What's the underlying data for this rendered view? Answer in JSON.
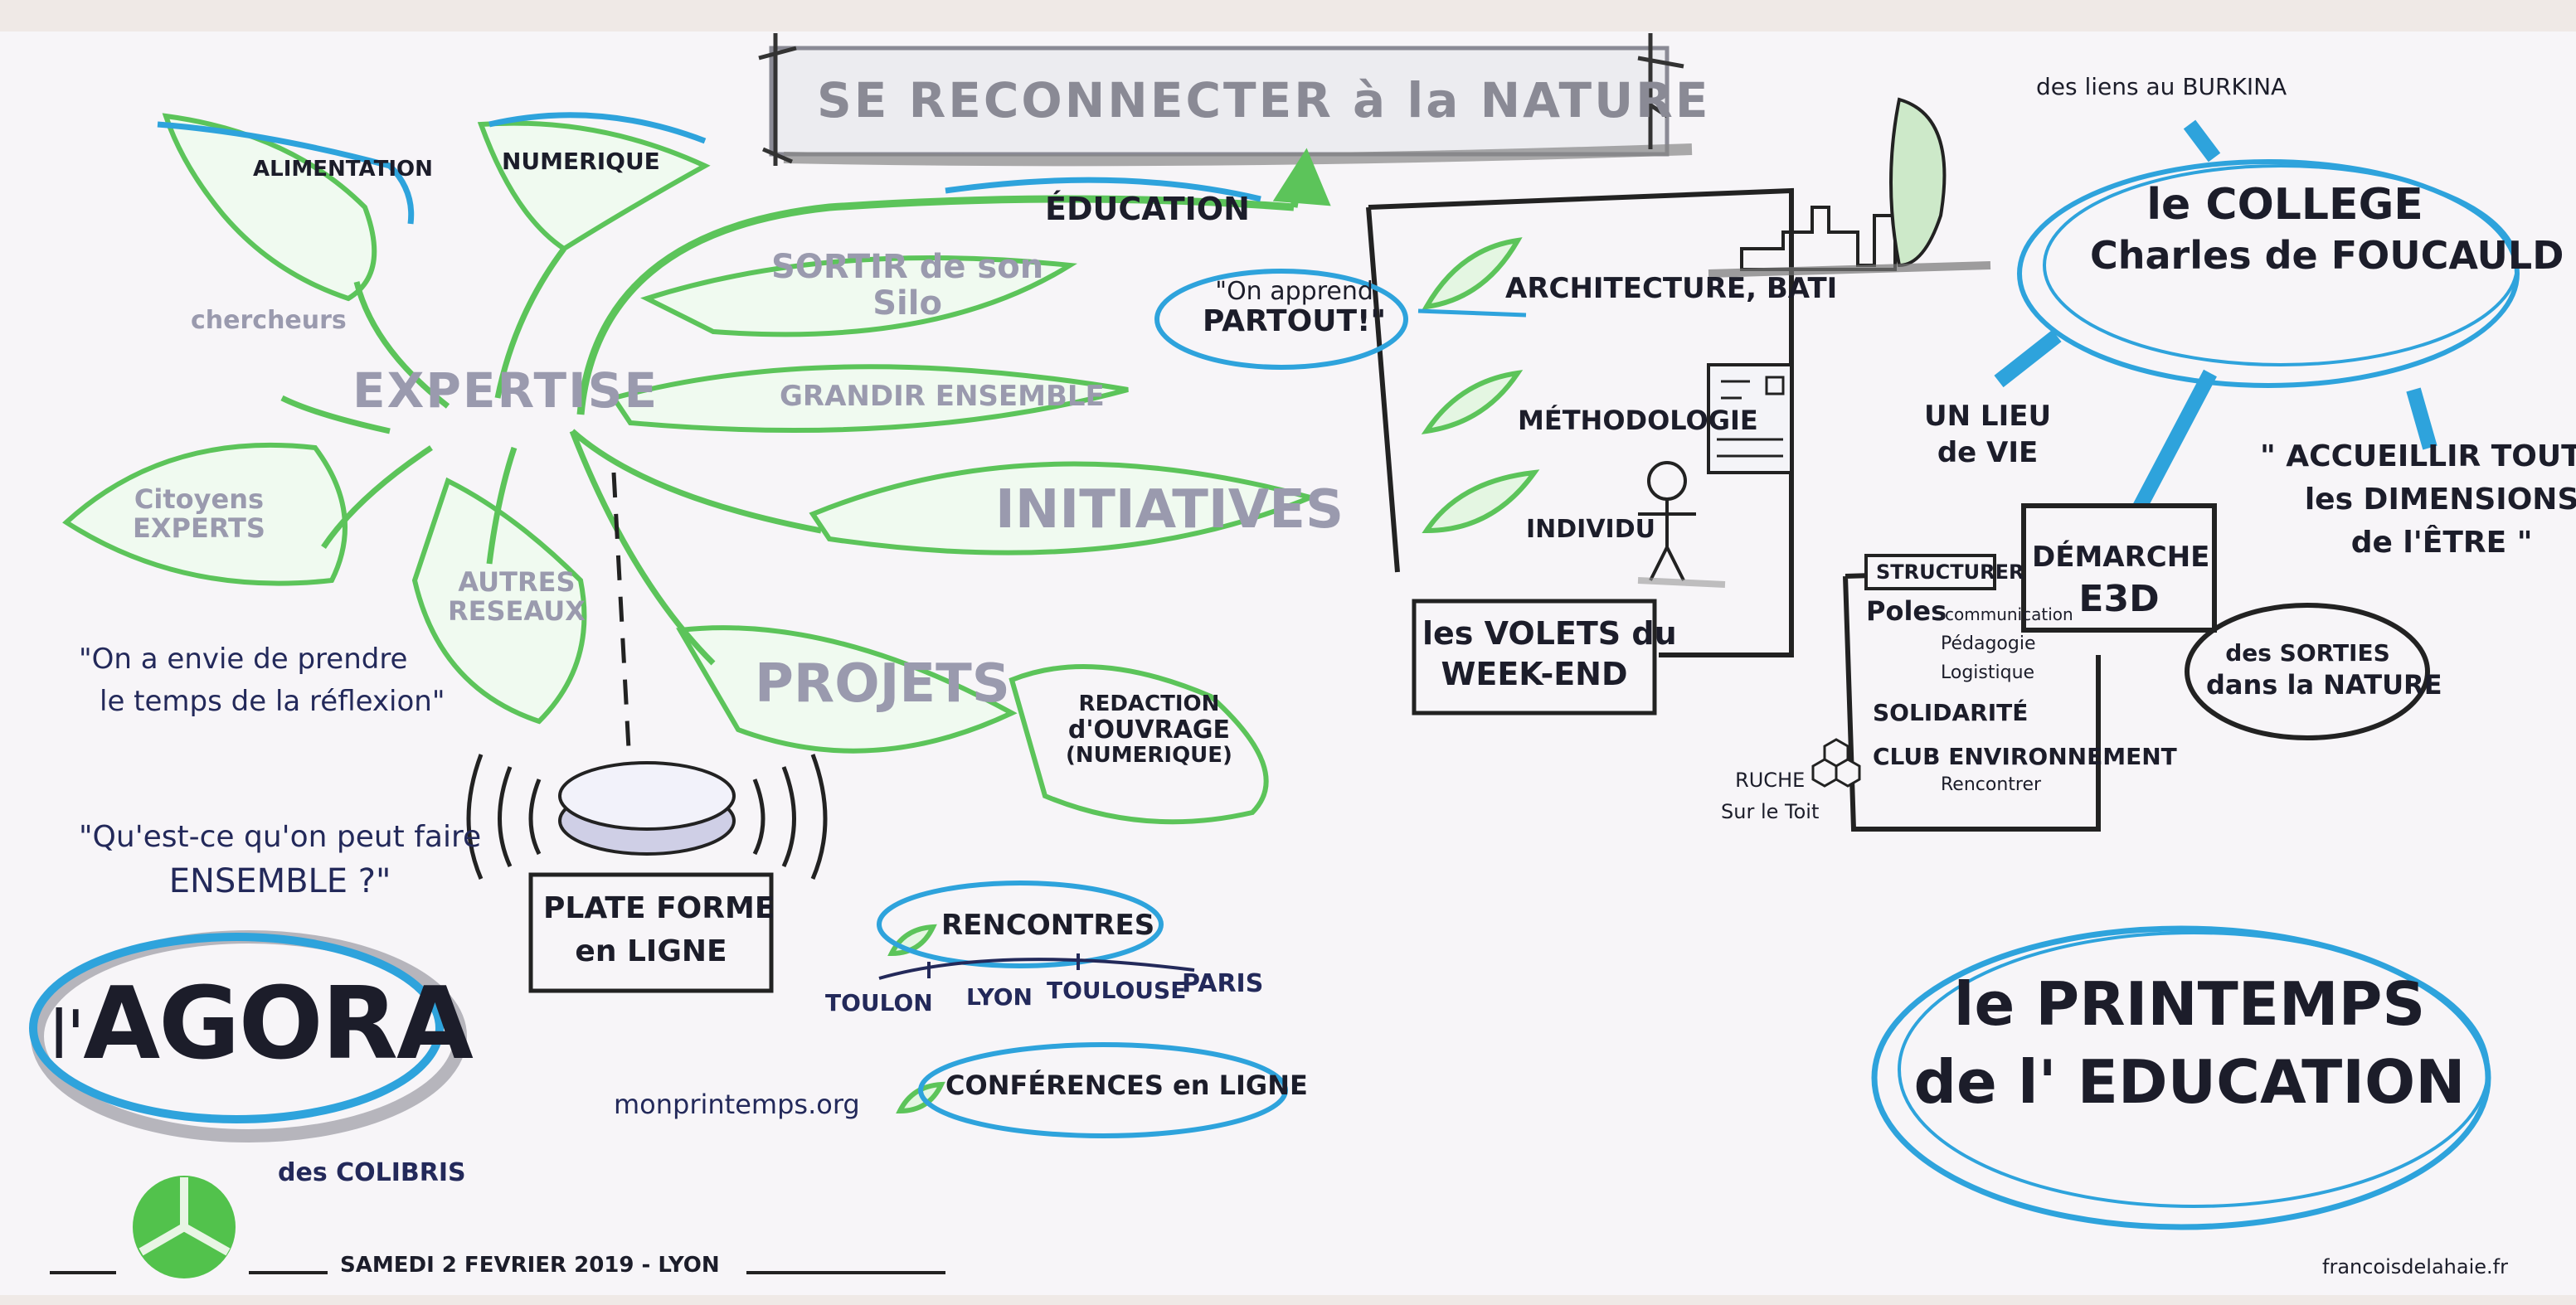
{
  "title": "SE RECONNECTER à la NATURE",
  "mindmap": {
    "center": "EXPERTISE",
    "alimentation": "ALIMENTATION",
    "numerique": "NUMERIQUE",
    "chercheurs": "chercheurs",
    "citoyens": [
      "Citoyens",
      "EXPERTS"
    ],
    "autres": [
      "AUTRES",
      "RESEAUX"
    ],
    "education": "ÉDUCATION",
    "sortir": [
      "SORTIR de son",
      "Silo"
    ],
    "grandir": "GRANDIR ENSEMBLE",
    "initiatives": "INITIATIVES",
    "projets": "PROJETS",
    "redaction": [
      "REDACTION",
      "d'OUVRAGE",
      "(NUMERIQUE)"
    ]
  },
  "quotes": {
    "partout": [
      "\"On apprend",
      "PARTOUT!\""
    ],
    "reflexion": [
      "\"On a envie de prendre",
      "le temps de la réflexion\""
    ],
    "ensemble": [
      "\"Qu'est-ce qu'on peut faire",
      "ENSEMBLE ?\""
    ]
  },
  "platform": [
    "PLATE FORME",
    "en LIGNE"
  ],
  "rencontres": {
    "label": "RENCONTRES",
    "cities": [
      "TOULON",
      "LYON",
      "TOULOUSE",
      "PARIS"
    ]
  },
  "conferences": "CONFÉRENCES en LIGNE",
  "website": "monprintemps.org",
  "agora": {
    "prefix": "l'",
    "name": "AGORA",
    "sub": "des COLIBRIS"
  },
  "footer": "SAMEDI 2 FEVRIER 2019 - LYON",
  "signature": "francoisdelahaie.fr",
  "weekend": {
    "items": [
      "ARCHITECTURE, BATI",
      "MÉTHODOLOGIE",
      "INDIVIDU"
    ],
    "label": [
      "les VOLETS du",
      "WEEK-END"
    ]
  },
  "college": {
    "liens": "des liens au BURKINA",
    "name": [
      "le COLLEGE",
      "Charles de FOUCAULD"
    ],
    "lieu": [
      "UN LIEU",
      "de VIE"
    ],
    "accueillir": [
      "\" ACCUEILLIR TOUTES",
      "les DIMENSIONS",
      "de l'ÊTRE \""
    ],
    "structurer": "STRUCTURER",
    "poles": "Poles",
    "pole_items": [
      "communication",
      "Pédagogie",
      "Logistique"
    ],
    "solidarite": "SOLIDARITÉ",
    "club": "CLUB ENVIRONNEMENT",
    "rencontrer": "Rencontrer",
    "ruche": [
      "RUCHE",
      "Sur le Toit"
    ],
    "demarche": [
      "DÉMARCHE",
      "E3D"
    ],
    "sorties": [
      "des SORTIES",
      "dans la NATURE"
    ]
  },
  "printemps": [
    "le PRINTEMPS",
    "de l' EDUCATION"
  ],
  "colors": {
    "paper": "#f7f5f8",
    "green": "#5cc45a",
    "green_dark": "#2e9a3a",
    "blue": "#2ea3dc",
    "ink": "#1c1d2a",
    "navy": "#23295a",
    "grey": "#9a9aae"
  }
}
